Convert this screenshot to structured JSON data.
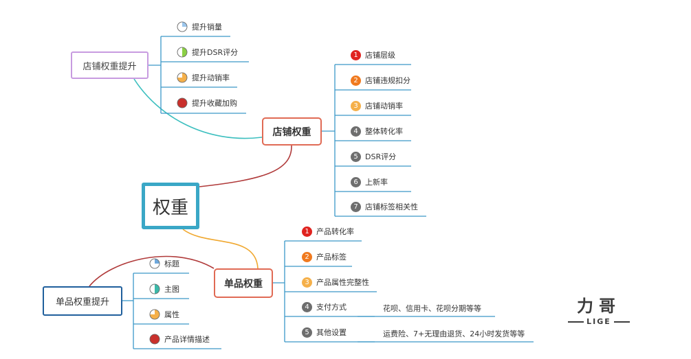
{
  "root": {
    "label": "权重"
  },
  "shop": {
    "label": "店铺权重",
    "factors": [
      {
        "num": "1",
        "label": "店铺层级",
        "color": "#e0231f"
      },
      {
        "num": "2",
        "label": "店铺违规扣分",
        "color": "#f07a1f"
      },
      {
        "num": "3",
        "label": "店铺动销率",
        "color": "#f5b04a"
      },
      {
        "num": "4",
        "label": "整体转化率",
        "color": "#6e6e6e"
      },
      {
        "num": "5",
        "label": "DSR评分",
        "color": "#6e6e6e"
      },
      {
        "num": "6",
        "label": "上新率",
        "color": "#6e6e6e"
      },
      {
        "num": "7",
        "label": "店铺标签相关性",
        "color": "#6e6e6e"
      }
    ]
  },
  "shop_boost": {
    "label": "店铺权重提升",
    "items": [
      {
        "label": "提升销量",
        "progress": 0.25,
        "color": "#9cc6ec"
      },
      {
        "label": "提升DSR评分",
        "progress": 0.5,
        "color": "#8bcf45"
      },
      {
        "label": "提升动销率",
        "progress": 0.75,
        "color": "#f5b04a"
      },
      {
        "label": "提升收藏加购",
        "progress": 1.0,
        "color": "#c9302c"
      }
    ]
  },
  "item": {
    "label": "单品权重",
    "factors": [
      {
        "num": "1",
        "label": "产品转化率",
        "color": "#e0231f"
      },
      {
        "num": "2",
        "label": "产品标签",
        "color": "#f07a1f"
      },
      {
        "num": "3",
        "label": "产品属性完整性",
        "color": "#f5b04a"
      },
      {
        "num": "4",
        "label": "支付方式",
        "color": "#6e6e6e"
      },
      {
        "num": "5",
        "label": "其他设置",
        "color": "#6e6e6e"
      }
    ],
    "notes": {
      "payment": "花呗、信用卡、花呗分期等等",
      "other": "运费险、7+无理由退货、24小时发货等等"
    }
  },
  "item_boost": {
    "label": "单品权重提升",
    "items": [
      {
        "label": "标题",
        "progress": 0.25,
        "color": "#6fa8dc"
      },
      {
        "label": "主图",
        "progress": 0.5,
        "color": "#3cb8a8"
      },
      {
        "label": "属性",
        "progress": 0.75,
        "color": "#f5b04a"
      },
      {
        "label": "产品详情描述",
        "progress": 1.0,
        "color": "#c9302c"
      }
    ]
  },
  "logo": {
    "cn": "力哥",
    "en": "LIGE"
  }
}
